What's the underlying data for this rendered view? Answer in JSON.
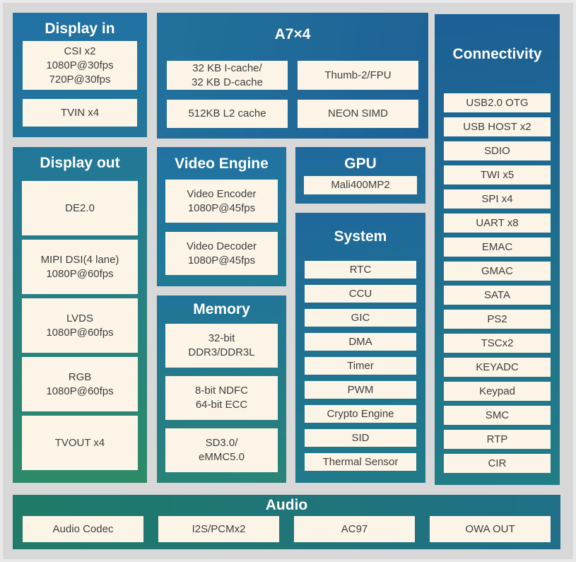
{
  "colors": {
    "canvas_bg": "#d8d8d8",
    "item_bg": "#fcf5e7",
    "item_text": "#3e3e3e",
    "header_text": "#ffffff",
    "block_blue": "#2171a5",
    "block_green": "#2d8b68",
    "block_teal": "#217d87"
  },
  "blocks": {
    "display_in": {
      "title": "Display in",
      "items": [
        "CSI x2\n1080P@30fps\n720P@30fps",
        "TVIN x4"
      ]
    },
    "a7": {
      "title": "A7×4",
      "items": [
        "32 KB I-cache/\n32 KB D-cache",
        "Thumb-2/FPU",
        "512KB L2 cache",
        "NEON SIMD"
      ]
    },
    "connectivity": {
      "title": "Connectivity",
      "items": [
        "USB2.0 OTG",
        "USB HOST x2",
        "SDIO",
        "TWI x5",
        "SPI x4",
        "UART x8",
        "EMAC",
        "GMAC",
        "SATA",
        "PS2",
        "TSCx2",
        "KEYADC",
        "Keypad",
        "SMC",
        "RTP",
        "CIR"
      ]
    },
    "display_out": {
      "title": "Display out",
      "items": [
        "DE2.0",
        "MIPI DSI(4 lane)\n1080P@60fps",
        "LVDS\n1080P@60fps",
        "RGB\n1080P@60fps",
        "TVOUT x4"
      ]
    },
    "video_engine": {
      "title": "Video Engine",
      "items": [
        "Video Encoder\n1080P@45fps",
        "Video Decoder\n1080P@45fps"
      ]
    },
    "memory": {
      "title": "Memory",
      "items": [
        "32-bit\nDDR3/DDR3L",
        "8-bit NDFC\n64-bit ECC",
        "SD3.0/\neMMC5.0"
      ]
    },
    "gpu": {
      "title": "GPU",
      "items": [
        "Mali400MP2"
      ]
    },
    "system": {
      "title": "System",
      "items": [
        "RTC",
        "CCU",
        "GIC",
        "DMA",
        "Timer",
        "PWM",
        "Crypto Engine",
        "SID",
        "Thermal Sensor"
      ]
    },
    "audio": {
      "title": "Audio",
      "items": [
        "Audio Codec",
        "I2S/PCMx2",
        "AC97",
        "OWA OUT"
      ]
    }
  }
}
